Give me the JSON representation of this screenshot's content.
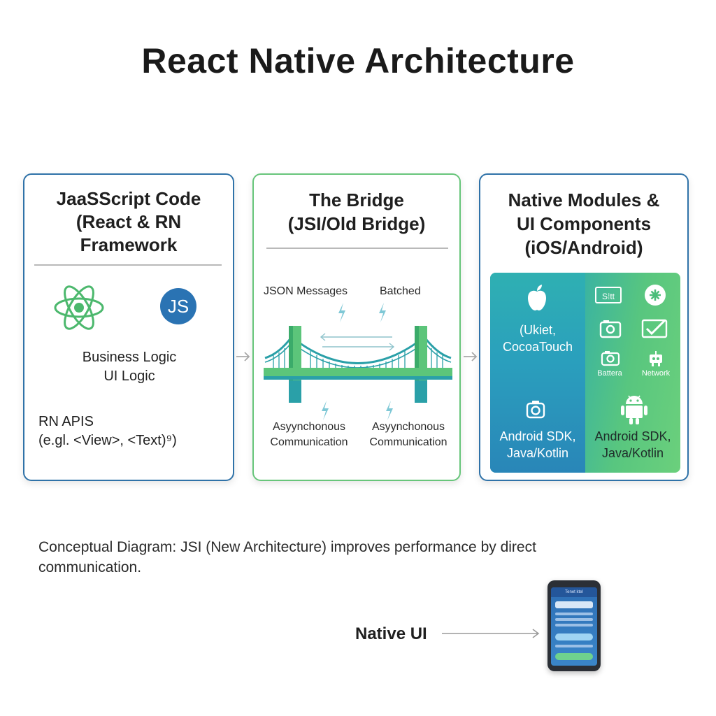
{
  "title": "React Native Architecture",
  "panels": {
    "js": {
      "title_lines": [
        "JaaSScript Code",
        "(React & RN",
        "Framework"
      ],
      "icons": [
        "react-atom-icon",
        "js-logo-icon"
      ],
      "icon_text": "JS",
      "logic_lines": [
        "Business Logic",
        "UI Logic"
      ],
      "apis_lines": [
        "RN APIS",
        "(e.gl. <View>, <Text)⁹)"
      ]
    },
    "bridge": {
      "title_lines": [
        "The Bridge",
        "(JSI/Old Bridge)"
      ],
      "top_left_label": "JSON Messages",
      "top_right_label": "Batched",
      "bottom_left_lines": [
        "Asyynchonous",
        "Communication"
      ],
      "bottom_right_lines": [
        "Asyynchonous",
        "Communication"
      ],
      "icons": [
        "lightning-icon",
        "bridge-icon",
        "double-arrow-icon"
      ]
    },
    "native": {
      "title_lines": [
        "Native Modules &",
        "UI Components",
        "(iOS/Android)"
      ],
      "ios_lines": [
        "(Ukiet,",
        "CocoaTouch"
      ],
      "android_left_lines": [
        "Android SDK,",
        "Java/Kotlin"
      ],
      "android_right_lines": [
        "Android SDK,",
        "Java/Kotlin"
      ],
      "chip_text": "S⁞tt",
      "battery_label": "Battera",
      "network_label": "Network",
      "icons": [
        "apple-icon",
        "camera-icon",
        "android-icon",
        "plugin-icon",
        "image-icon",
        "check-image-icon",
        "robot-icon"
      ]
    }
  },
  "caption_lines": [
    "Conceptual Diagram: JSI (New Architecture) improves performance by direct",
    "communication."
  ],
  "native_ui_label": "Native UI",
  "phone_screen": {
    "header": "Tenet ktel"
  },
  "colors": {
    "blue_border": "#2f72a8",
    "green_border": "#67c57a",
    "bridge_green": "#5cc57a",
    "bridge_teal": "#2aa0a8"
  }
}
